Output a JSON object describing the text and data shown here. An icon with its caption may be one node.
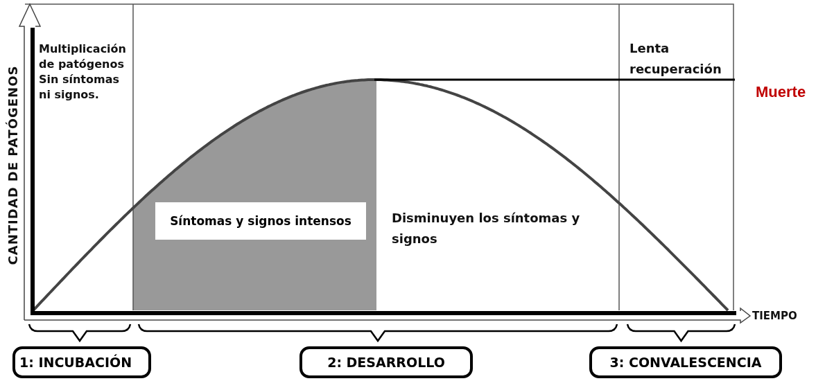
{
  "diagram": {
    "nodes": [
      {
        "text": [
          "Síntomas y signos intensos"
        ]
      },
      {
        "text": [
          "1: INCUBACIÓN"
        ]
      },
      {
        "text": [
          "2: DESARROLLO"
        ]
      },
      {
        "text": [
          "3: CONVALESCENCIA"
        ]
      }
    ],
    "labels": [
      "CANTIDAD DE PATÓGENOS",
      "Multiplicación de patógenos Sin síntomas ni signos.",
      "Lenta recuperación",
      "Muerte",
      "Disminuyen los síntomas y signos",
      "TIEMPO"
    ]
  }
}
